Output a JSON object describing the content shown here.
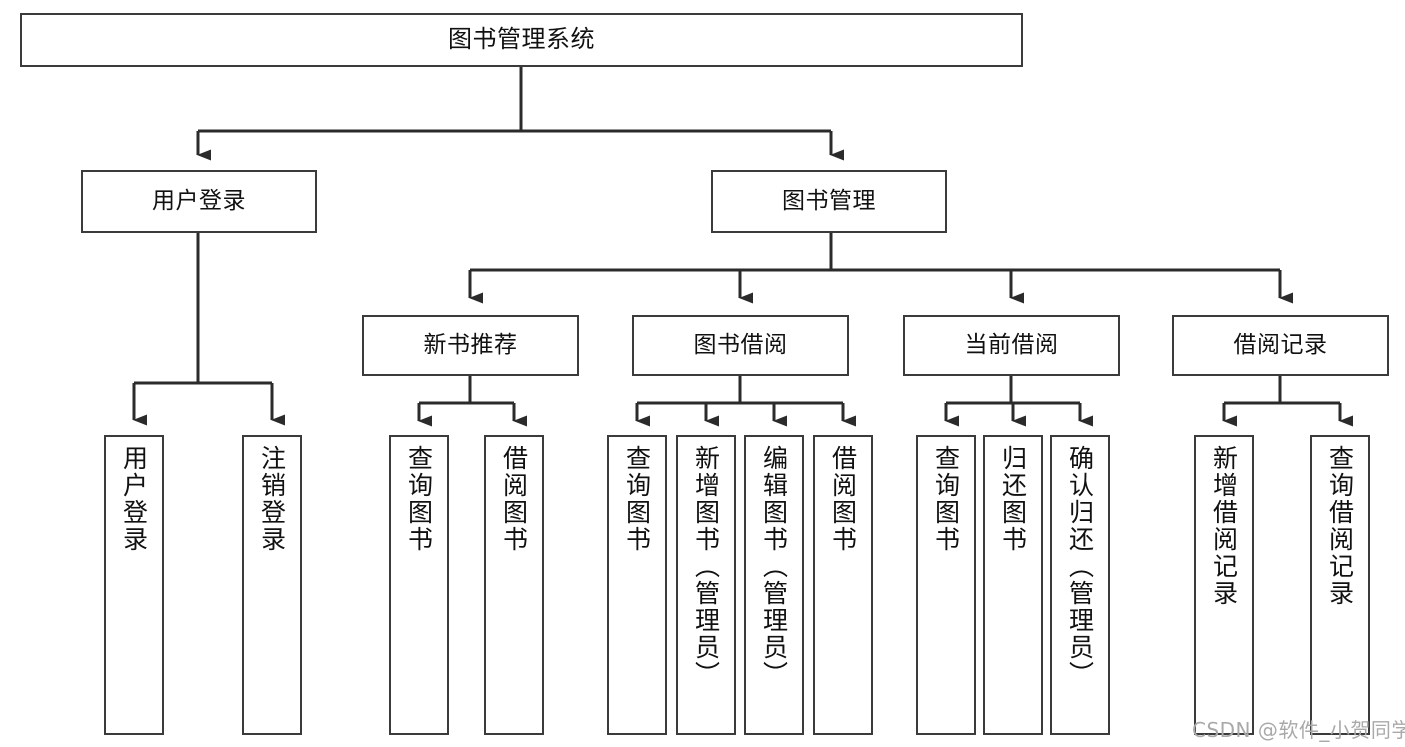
{
  "diagram": {
    "title": "图书管理系统",
    "type": "tree",
    "theme": {
      "background": "#ffffff",
      "box_border": "#3b3b3b",
      "box_fill": "#ffffff",
      "text": "#111111",
      "connector": "#2b2b2b",
      "watermark": "#a9a9a9"
    },
    "root": {
      "label": "图书管理系统"
    },
    "level2": [
      {
        "label": "用户登录"
      },
      {
        "label": "图书管理"
      }
    ],
    "level3": [
      {
        "label": "新书推荐"
      },
      {
        "label": "图书借阅"
      },
      {
        "label": "当前借阅"
      },
      {
        "label": "借阅记录"
      }
    ],
    "leaves": {
      "user_login": [
        {
          "label": "用户登录"
        },
        {
          "label": "注销登录"
        }
      ],
      "new_book_recommend": [
        {
          "label": "查询图书"
        },
        {
          "label": "借阅图书"
        }
      ],
      "book_borrow": [
        {
          "label": "查询图书"
        },
        {
          "label": "新增图书（管理员）"
        },
        {
          "label": "编辑图书（管理员）"
        },
        {
          "label": "借阅图书"
        }
      ],
      "current_borrow": [
        {
          "label": "查询图书"
        },
        {
          "label": "归还图书"
        },
        {
          "label": "确认归还（管理员）"
        }
      ],
      "borrow_record": [
        {
          "label": "新增借阅记录"
        },
        {
          "label": "查询借阅记录"
        }
      ]
    }
  },
  "watermark": {
    "text": "CSDN @软件_小贺同学"
  }
}
